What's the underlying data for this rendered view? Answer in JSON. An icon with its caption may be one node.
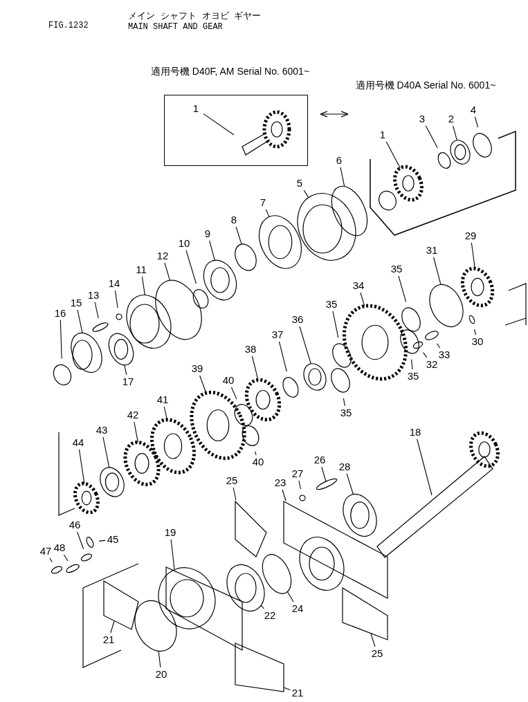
{
  "diagram": {
    "title": "MAIN SHAFT AND GEAR",
    "nodes": [
      {
        "text": [
          "適用号機 D40F, AM Serial No. 6001~"
        ]
      },
      {
        "text": [
          "1"
        ],
        "in": 0
      },
      {
        "text": [
          "適用号機 D40A Serial No. 6001~"
        ]
      },
      {
        "text": [
          "1"
        ],
        "in": 2
      },
      {
        "text": [
          "3"
        ],
        "in": 2
      },
      {
        "text": [
          "2"
        ],
        "in": 2
      },
      {
        "text": [
          "4"
        ],
        "in": 2
      },
      {
        "text": [
          "6"
        ]
      },
      {
        "text": [
          "5"
        ]
      },
      {
        "text": [
          "7"
        ]
      },
      {
        "text": [
          "8"
        ]
      },
      {
        "text": [
          "9"
        ]
      },
      {
        "text": [
          "10"
        ]
      },
      {
        "text": [
          "12"
        ]
      },
      {
        "text": [
          "11"
        ]
      },
      {
        "text": [
          "14"
        ]
      },
      {
        "text": [
          "13"
        ]
      },
      {
        "text": [
          "15"
        ]
      },
      {
        "text": [
          "16"
        ]
      },
      {
        "text": [
          "29"
        ]
      },
      {
        "text": [
          "31"
        ]
      },
      {
        "text": [
          "35"
        ]
      },
      {
        "text": [
          "34"
        ]
      },
      {
        "text": [
          "35"
        ]
      },
      {
        "text": [
          "36"
        ]
      },
      {
        "text": [
          "37"
        ]
      },
      {
        "text": [
          "38"
        ]
      },
      {
        "text": [
          "40"
        ]
      },
      {
        "text": [
          "39"
        ]
      },
      {
        "text": [
          "41"
        ]
      },
      {
        "text": [
          "42"
        ]
      },
      {
        "text": [
          "43"
        ]
      },
      {
        "text": [
          "44"
        ]
      },
      {
        "text": [
          "17"
        ]
      },
      {
        "text": [
          "30"
        ]
      },
      {
        "text": [
          "33"
        ]
      },
      {
        "text": [
          "32"
        ]
      },
      {
        "text": [
          "35"
        ]
      },
      {
        "text": [
          "35"
        ]
      },
      {
        "text": [
          "40"
        ]
      },
      {
        "text": [
          "18"
        ]
      },
      {
        "text": [
          "28"
        ]
      },
      {
        "text": [
          "26"
        ]
      },
      {
        "text": [
          "27"
        ]
      },
      {
        "text": [
          "25"
        ]
      },
      {
        "text": [
          "23"
        ]
      },
      {
        "text": [
          "46"
        ]
      },
      {
        "text": [
          "45"
        ]
      },
      {
        "text": [
          "48"
        ]
      },
      {
        "text": [
          "47"
        ]
      },
      {
        "text": [
          "19"
        ]
      },
      {
        "text": [
          "22"
        ]
      },
      {
        "text": [
          "24"
        ]
      },
      {
        "text": [
          "21"
        ]
      },
      {
        "text": [
          "20"
        ]
      },
      {
        "text": [
          "25"
        ]
      },
      {
        "text": [
          "21"
        ]
      }
    ],
    "edges": [
      {
        "from": 0,
        "to": 2,
        "arrow": "both"
      },
      {
        "from": 1,
        "to": null,
        "arrow": "none"
      },
      {
        "from": 3,
        "to": null,
        "arrow": "none"
      },
      {
        "from": 4,
        "to": null,
        "arrow": "none"
      },
      {
        "from": 5,
        "to": null,
        "arrow": "none"
      },
      {
        "from": 6,
        "to": null,
        "arrow": "none"
      },
      {
        "from": 7,
        "to": null,
        "arrow": "none"
      },
      {
        "from": 8,
        "to": null,
        "arrow": "none"
      },
      {
        "from": 9,
        "to": null,
        "arrow": "none"
      },
      {
        "from": 10,
        "to": null,
        "arrow": "none"
      },
      {
        "from": 11,
        "to": null,
        "arrow": "none"
      },
      {
        "from": 12,
        "to": null,
        "arrow": "none"
      },
      {
        "from": 13,
        "to": null,
        "arrow": "none"
      },
      {
        "from": 14,
        "to": null,
        "arrow": "none"
      },
      {
        "from": 15,
        "to": null,
        "arrow": "none"
      },
      {
        "from": 16,
        "to": null,
        "arrow": "none"
      },
      {
        "from": 17,
        "to": null,
        "arrow": "none"
      },
      {
        "from": 18,
        "to": null,
        "arrow": "none"
      },
      {
        "from": 19,
        "to": null,
        "arrow": "none"
      },
      {
        "from": 20,
        "to": null,
        "arrow": "none"
      },
      {
        "from": 21,
        "to": null,
        "arrow": "none"
      },
      {
        "from": 22,
        "to": null,
        "arrow": "none"
      },
      {
        "from": 23,
        "to": null,
        "arrow": "none"
      },
      {
        "from": 24,
        "to": null,
        "arrow": "none"
      },
      {
        "from": 25,
        "to": null,
        "arrow": "none"
      },
      {
        "from": 26,
        "to": null,
        "arrow": "none"
      },
      {
        "from": 27,
        "to": null,
        "arrow": "none"
      },
      {
        "from": 28,
        "to": null,
        "arrow": "none"
      },
      {
        "from": 29,
        "to": null,
        "arrow": "none"
      },
      {
        "from": 30,
        "to": null,
        "arrow": "none"
      },
      {
        "from": 31,
        "to": null,
        "arrow": "none"
      },
      {
        "from": 32,
        "to": null,
        "arrow": "none"
      },
      {
        "from": 33,
        "to": null,
        "arrow": "none"
      },
      {
        "from": 34,
        "to": null,
        "arrow": "none"
      },
      {
        "from": 35,
        "to": null,
        "arrow": "none"
      },
      {
        "from": 36,
        "to": null,
        "arrow": "none"
      },
      {
        "from": 37,
        "to": null,
        "arrow": "none"
      },
      {
        "from": 38,
        "to": null,
        "arrow": "none"
      },
      {
        "from": 39,
        "to": null,
        "arrow": "none"
      },
      {
        "from": 40,
        "to": null,
        "arrow": "none"
      },
      {
        "from": 41,
        "to": null,
        "arrow": "none"
      },
      {
        "from": 42,
        "to": null,
        "arrow": "none"
      },
      {
        "from": 43,
        "to": null,
        "arrow": "none"
      },
      {
        "from": 44,
        "to": null,
        "arrow": "none"
      },
      {
        "from": 45,
        "to": null,
        "arrow": "none"
      },
      {
        "from": 46,
        "to": null,
        "arrow": "none"
      },
      {
        "from": 47,
        "to": null,
        "arrow": "none"
      },
      {
        "from": 48,
        "to": null,
        "arrow": "none"
      },
      {
        "from": 49,
        "to": null,
        "arrow": "none"
      },
      {
        "from": 50,
        "to": null,
        "arrow": "none"
      },
      {
        "from": 51,
        "to": null,
        "arrow": "none"
      },
      {
        "from": 52,
        "to": null,
        "arrow": "none"
      },
      {
        "from": 53,
        "to": null,
        "arrow": "none"
      },
      {
        "from": 54,
        "to": null,
        "arrow": "none"
      },
      {
        "from": 55,
        "to": null,
        "arrow": "none"
      },
      {
        "from": 56,
        "to": null,
        "arrow": "none"
      }
    ],
    "labels": [
      "メイン シャフト オヨビ ギヤー",
      "FIG.1232"
    ]
  }
}
